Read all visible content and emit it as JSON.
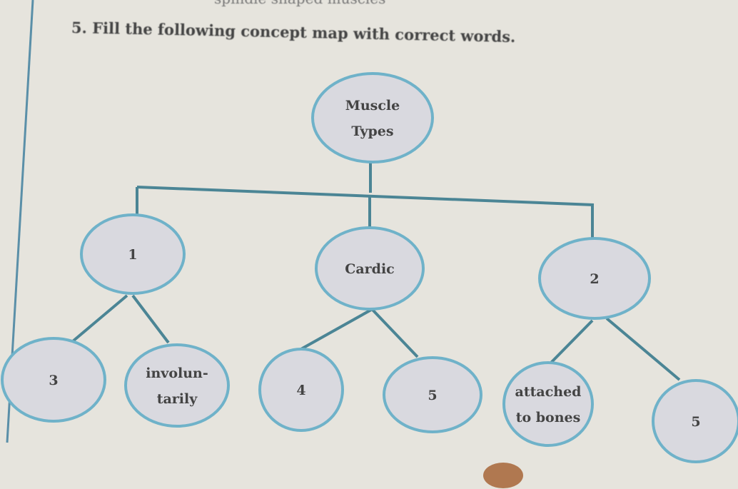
{
  "header_fragment": "spindle shaped muscles",
  "question": "5.  Fill the following concept map with correct words.",
  "colors": {
    "node_fill": "#d9d9df",
    "node_stroke": "#6fb2c9",
    "connector": "#4b8595",
    "paper": "#e6e4dd"
  },
  "nodes": {
    "root": [
      "Muscle",
      "Types"
    ],
    "n1": [
      "1"
    ],
    "cardiac": [
      "Cardic"
    ],
    "n2": [
      "2"
    ],
    "n3": [
      "3"
    ],
    "involuntarily": [
      "involun-",
      "tarily"
    ],
    "n4": [
      "4"
    ],
    "n5a": [
      "5"
    ],
    "attached": [
      "attached",
      "to bones"
    ],
    "n5b": [
      "5"
    ]
  }
}
